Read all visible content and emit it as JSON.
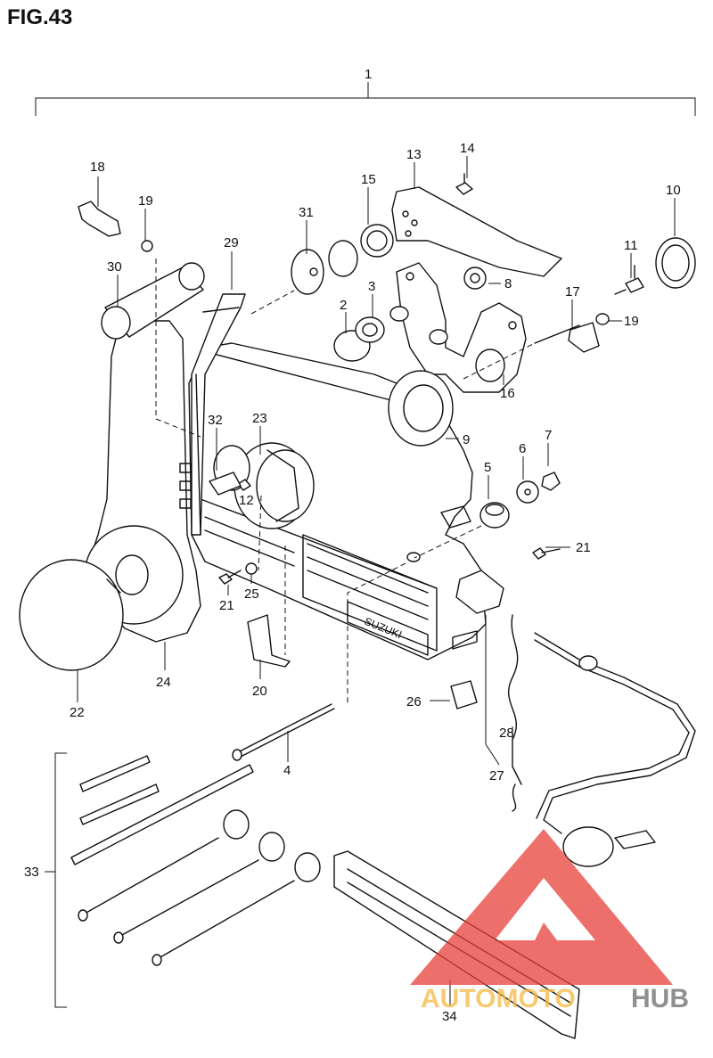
{
  "figure": {
    "title": "FIG.43"
  },
  "callouts": {
    "c1": "1",
    "c2": "2",
    "c3": "3",
    "c4": "4",
    "c5": "5",
    "c6": "6",
    "c7": "7",
    "c8": "8",
    "c9": "9",
    "c10": "10",
    "c11": "11",
    "c12": "12",
    "c13": "13",
    "c14": "14",
    "c15": "15",
    "c16": "16",
    "c17": "17",
    "c18": "18",
    "c19a": "19",
    "c19b": "19",
    "c20": "20",
    "c21a": "21",
    "c21b": "21",
    "c22": "22",
    "c23": "23",
    "c24": "24",
    "c25": "25",
    "c26": "26",
    "c27": "27",
    "c28": "28",
    "c29": "29",
    "c30": "30",
    "c31": "31",
    "c32": "32",
    "c33": "33",
    "c34": "34"
  },
  "housing": {
    "brand_text": "SUZUKI"
  },
  "watermark": {
    "text_a": "AUTOMOTO",
    "text_b": "HUB",
    "color_a": "#f5b942",
    "color_b": "#6a6a6a",
    "logo_color": "#e8403a"
  }
}
